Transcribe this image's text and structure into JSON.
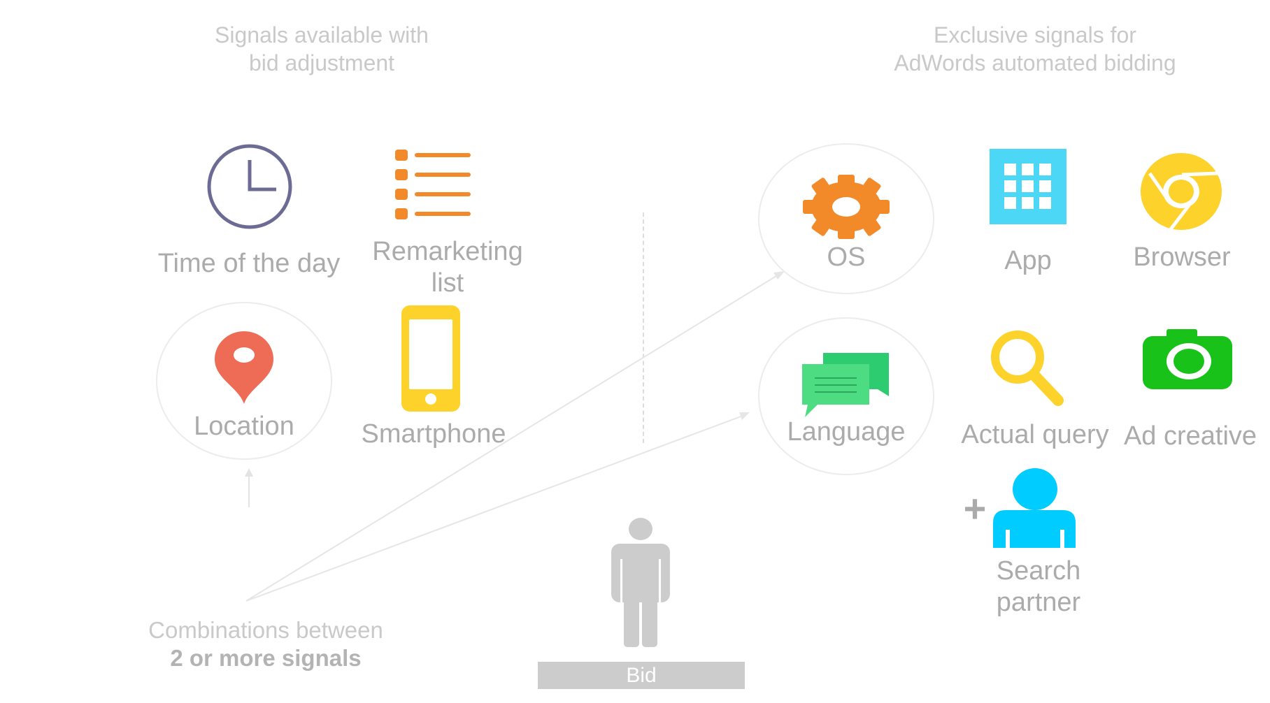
{
  "headings": {
    "left_line1": "Signals available with",
    "left_line2": "bid adjustment",
    "right_line1": "Exclusive signals for",
    "right_line2": "AdWords automated bidding"
  },
  "signals_bid_adjustment": {
    "time_of_day": "Time of the day",
    "remarketing_line1": "Remarketing",
    "remarketing_line2": "list",
    "location": "Location",
    "smartphone": "Smartphone"
  },
  "signals_automated": {
    "os": "OS",
    "app": "App",
    "browser": "Browser",
    "language": "Language",
    "actual_query": "Actual query",
    "ad_creative": "Ad creative",
    "search_partner_line1": "Search",
    "search_partner_line2": "partner",
    "plus_sign": "+"
  },
  "combinations": {
    "line1": "Combinations between",
    "line2": "2 or more signals"
  },
  "bid": {
    "label": "Bid"
  },
  "colors": {
    "clock": "#6b6b93",
    "remarketing": "#f28a2a",
    "location_pin": "#ee6c55",
    "smartphone": "#fdd22a",
    "os_gear": "#f28a2a",
    "app_tile": "#4dd7f6",
    "browser": "#fdd22a",
    "language_bubble_back": "#2ecc71",
    "language_bubble_front": "#4ddc82",
    "actual_query": "#fdd22a",
    "ad_creative": "#18c218",
    "search_partner": "#00ccff",
    "person": "#cccccc"
  }
}
